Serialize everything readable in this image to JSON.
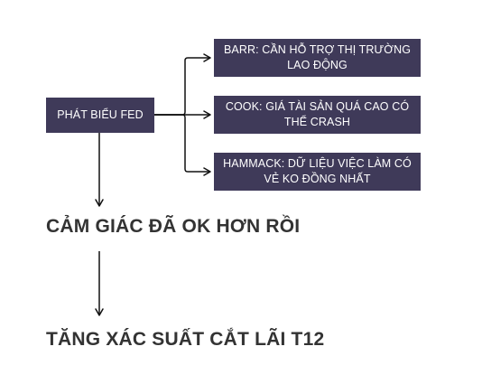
{
  "source": {
    "label": "PHÁT BIỂU FED"
  },
  "branches": [
    {
      "label": "BARR: CẦN HỖ TRỢ THỊ TRƯỜNG LAO ĐỘNG"
    },
    {
      "label": "COOK: GIÁ TÀI SẢN QUÁ CAO CÓ THỂ CRASH"
    },
    {
      "label": "HAMMACK: DỮ LIỆU VIỆC LÀM CÓ VẺ KO ĐỒNG NHẤT"
    }
  ],
  "results": [
    {
      "label": "CẢM GIÁC ĐÃ OK HƠN RỒI"
    },
    {
      "label": "TĂNG XÁC SUẤT CẮT LÃI T12"
    }
  ],
  "colors": {
    "box_fill": "#3f3a59",
    "box_text": "#ffffff",
    "connector": "#111111",
    "heading_text": "#333333"
  }
}
